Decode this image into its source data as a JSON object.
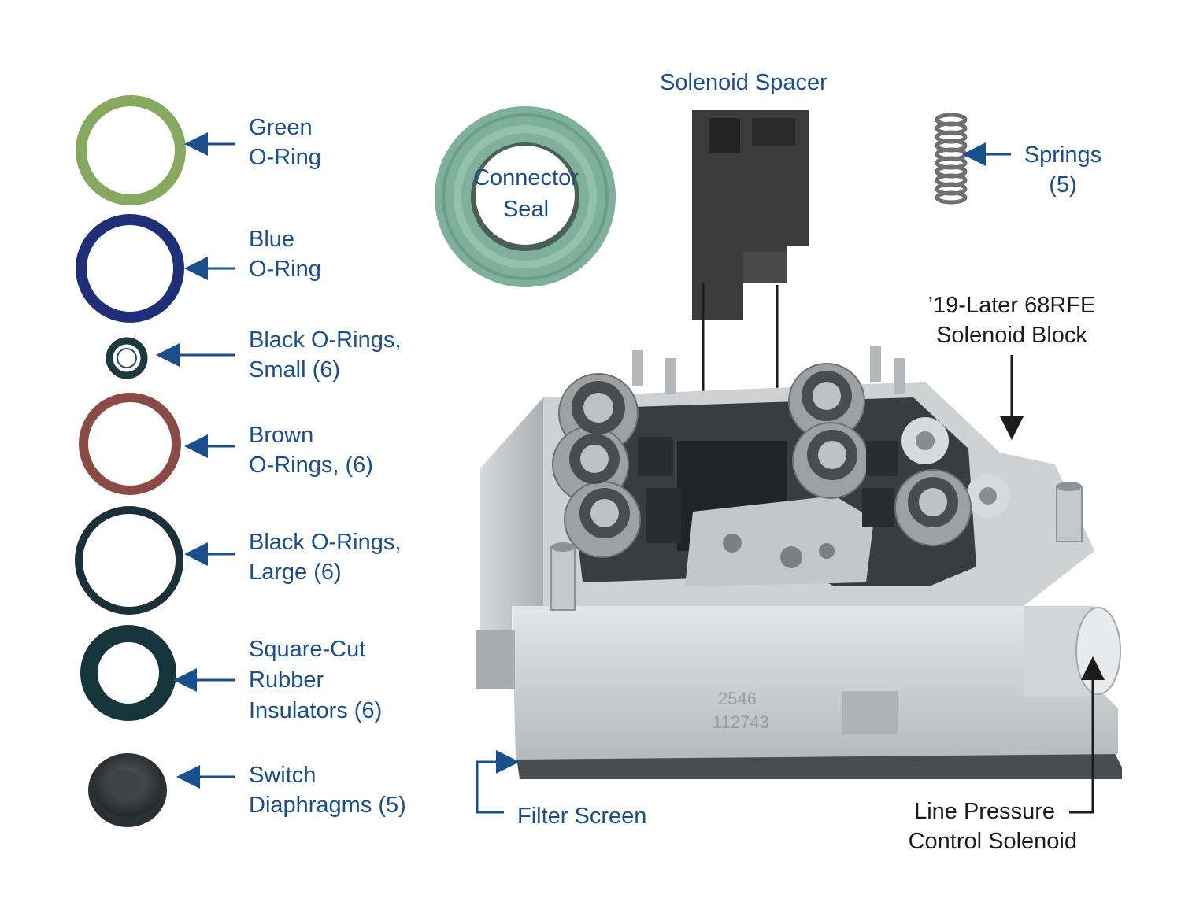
{
  "colors": {
    "label_blue": "#1a4f8f",
    "label_dark": "#1b1b1b",
    "green_ring": "#86a85f",
    "blue_ring": "#1e2f78",
    "brown_ring": "#8a4b47",
    "black_ring": "#1b3038",
    "connector_seal": "#7fb09a",
    "block_metal": "#c9ccce"
  },
  "parts": {
    "green_oring": {
      "line1": "Green",
      "line2": "O-Ring"
    },
    "blue_oring": {
      "line1": "Blue",
      "line2": "O-Ring"
    },
    "black_small": {
      "line1": "Black O-Rings,",
      "line2": "Small (6)"
    },
    "brown": {
      "line1": "Brown",
      "line2": "O-Rings, (6)"
    },
    "black_large": {
      "line1": "Black O-Rings,",
      "line2": "Large (6)"
    },
    "square_cut": {
      "line1": "Square-Cut",
      "line2": "Rubber",
      "line3": "Insulators (6)"
    },
    "diaphragms": {
      "line1": "Switch",
      "line2": "Diaphragms (5)"
    }
  },
  "connector_seal": {
    "line1": "Connector",
    "line2": "Seal"
  },
  "solenoid_spacer": {
    "label": "Solenoid Spacer"
  },
  "springs": {
    "line1": "Springs",
    "line2": "(5)"
  },
  "solenoid_block": {
    "line1": "’19-Later 68RFE",
    "line2": "Solenoid Block"
  },
  "filter_screen": {
    "label": "Filter Screen"
  },
  "line_pressure": {
    "line1": "Line Pressure",
    "line2": "Control Solenoid"
  }
}
